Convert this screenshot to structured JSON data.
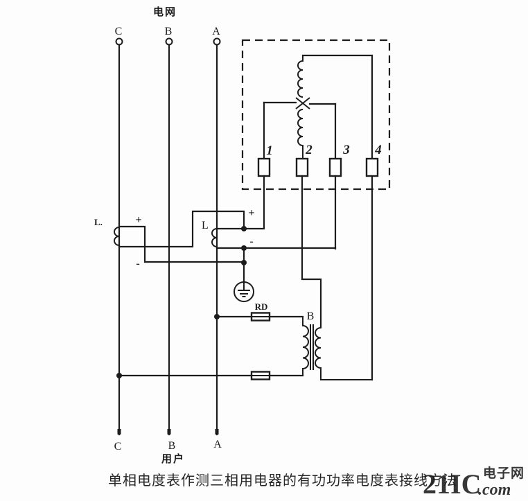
{
  "labels": {
    "grid": "电网",
    "consumer": "用户",
    "phases_top": [
      "C",
      "B",
      "A"
    ],
    "phases_bottom": [
      "C",
      "B",
      "A"
    ],
    "terminals": [
      "1",
      "2",
      "3",
      "4"
    ],
    "ct_left": "L.",
    "ct_right": "L",
    "ct_plus": "+",
    "ct_minus": "-",
    "meter_plus": "+",
    "meter_minus": "-",
    "fuse": "RD",
    "transformer": "B"
  },
  "caption": "单相电度表作测三相用电器的有功功率电度表接线方法",
  "watermark": {
    "brand": "21IC",
    "site_name": "电子网",
    "tld": ".com",
    "color": "#e89595"
  }
}
